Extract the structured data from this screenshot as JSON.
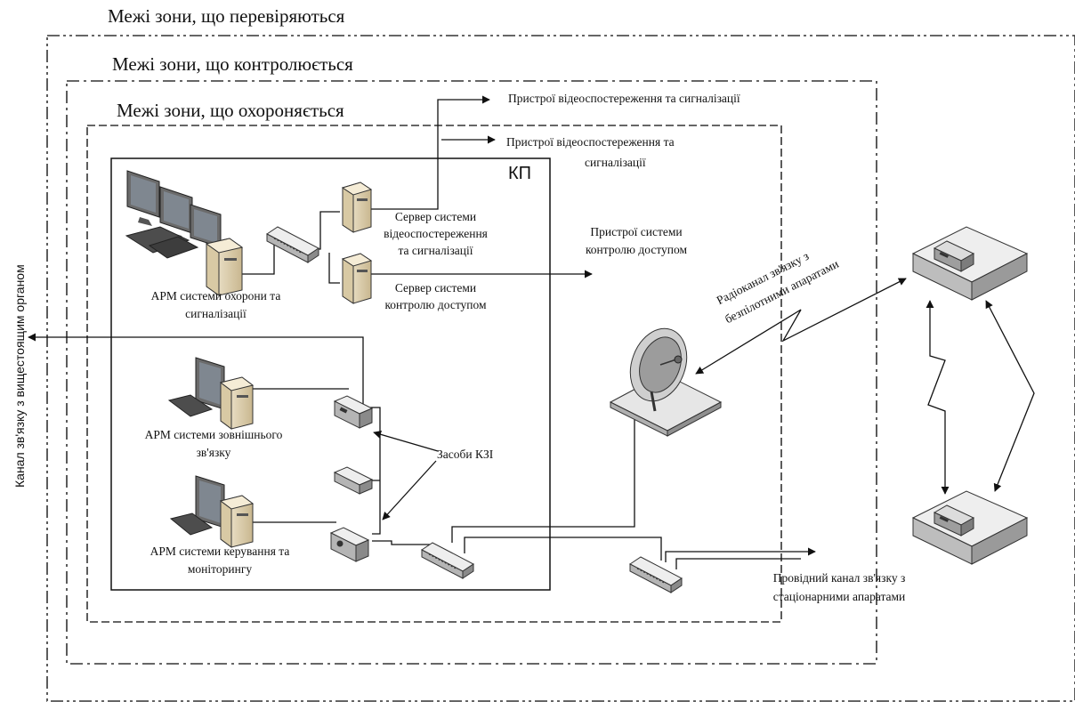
{
  "zones": {
    "inspected": "Межі зони, що перевіряються",
    "controlled": "Межі зони, що контролюється",
    "protected": "Межі зони, що охороняється"
  },
  "kp_label": "КП",
  "labels": {
    "video_devices_outer": "Пристрої відеоспостереження та сигналізації",
    "video_devices_inner_1": "Пристрої відеоспостереження та",
    "video_devices_inner_2": "сигналізації",
    "video_server_1": "Сервер системи",
    "video_server_2": "відеоспостереження",
    "video_server_3": "та сигналізації",
    "access_devices_1": "Пристрої системи",
    "access_devices_2": "контролю доступом",
    "access_server_1": "Сервер системи",
    "access_server_2": "контролю доступом",
    "arm_security_1": "АРМ системи охорони та",
    "arm_security_2": "сигналізації",
    "arm_external_1": "АРМ системи зовнішнього",
    "arm_external_2": "зв'язку",
    "arm_control_1": "АРМ системи керування та",
    "arm_control_2": "моніторингу",
    "kzi": "Засоби КЗІ",
    "radio_1": "Радіоканал зв'язку з",
    "radio_2": "безпілотними апаратами",
    "wired_1": "Провідний канал зв'язку з",
    "wired_2": "стаціонарними апаратами",
    "vertical": "Канал зв'язку з вищестоящим органом"
  },
  "colors": {
    "line": "#111111",
    "device_light": "#e6e6e6",
    "device_mid": "#b9b9b9",
    "device_dark": "#555555",
    "screen": "#7f8790",
    "server_body": "#eadfc4"
  },
  "icons": [
    "workstation-triple-monitor-icon",
    "workstation-icon",
    "server-icon",
    "switch-icon",
    "crypto-device-icon",
    "satellite-dish-icon",
    "remote-device-icon"
  ]
}
